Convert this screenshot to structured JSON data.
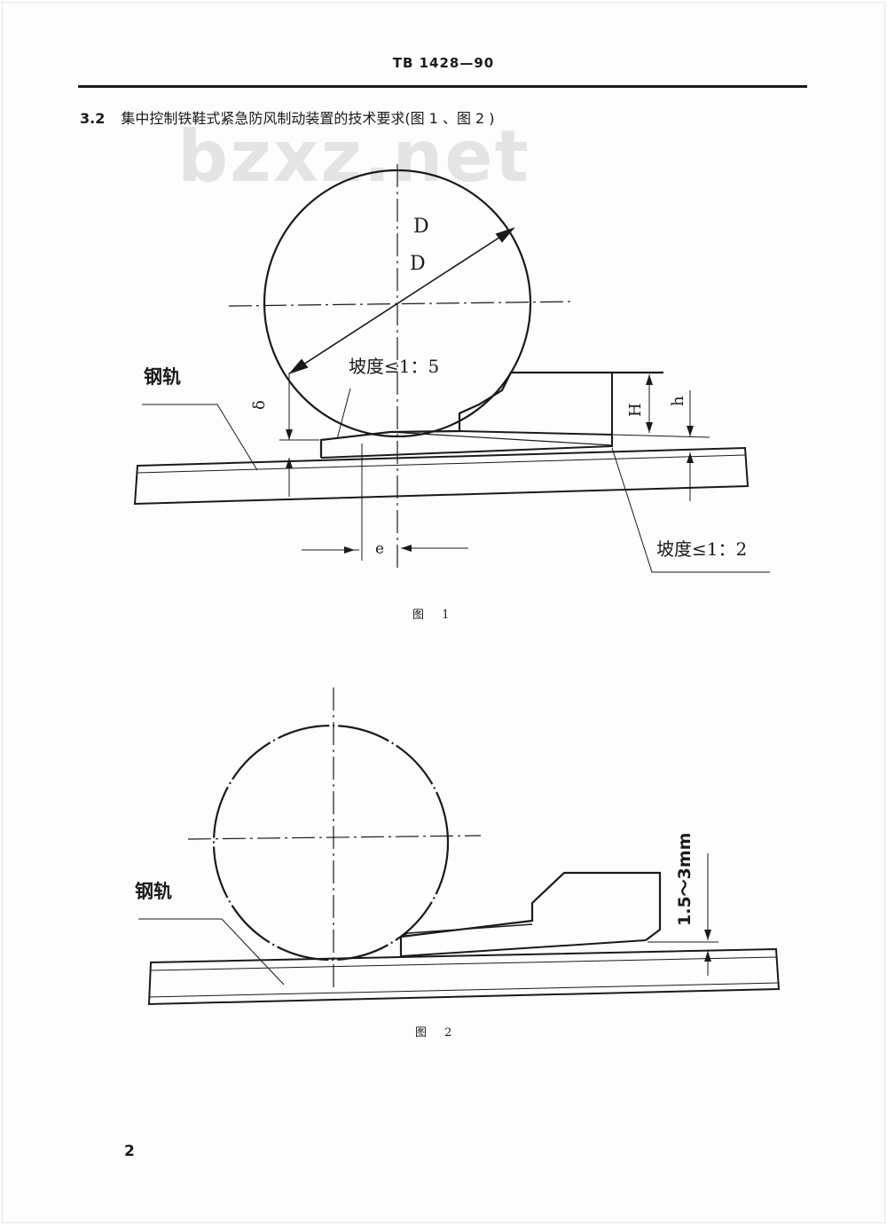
{
  "header": {
    "doc_id": "TB 1428—90"
  },
  "section": {
    "number": "3.2",
    "title": "集中控制铁鞋式紧急防风制动装置的技术要求(图 1 、图 2 )"
  },
  "watermark": "bzxz.net",
  "figure1": {
    "caption": "图 1",
    "label_D_upper": "D",
    "label_D_lower": "D",
    "label_rail": "钢轨",
    "label_slope_top": "坡度≤1：5",
    "label_slope_bottom": "坡度≤1：2",
    "label_delta": "δ",
    "label_H": "H",
    "label_h": "h",
    "label_e": "e"
  },
  "figure2": {
    "caption": "图 2",
    "label_rail": "钢轨",
    "label_gap": "1.5～3mm"
  },
  "page_number": "2"
}
